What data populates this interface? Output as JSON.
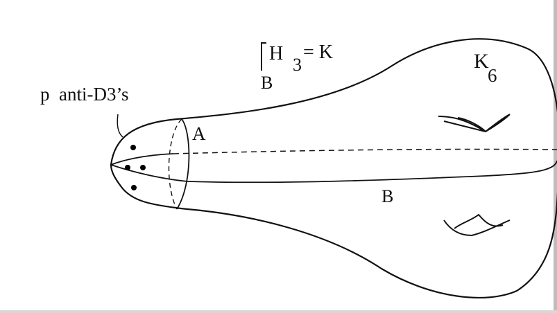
{
  "labels": {
    "p_anti_d3": "p  anti-D3’s",
    "integral_h": "H",
    "integral_sub": "3",
    "integral_eq": "= K",
    "integral_b": "B",
    "k_letter": "K",
    "k_sub": "6",
    "a_label": "A",
    "b_label": "B"
  }
}
